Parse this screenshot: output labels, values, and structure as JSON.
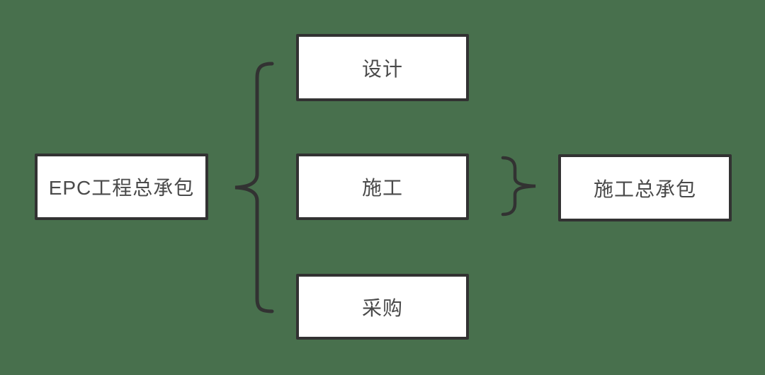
{
  "diagram": {
    "colors": {
      "background": "#48704d",
      "box_fill": "#ffffff",
      "box_border": "#323232",
      "text": "#4a4a4a",
      "brace": "#323232"
    },
    "nodes": {
      "epc": {
        "label": "EPC工程总承包"
      },
      "design": {
        "label": "设计"
      },
      "construction": {
        "label": "施工"
      },
      "procurement": {
        "label": "采购"
      },
      "construction_general": {
        "label": "施工总承包"
      }
    }
  }
}
